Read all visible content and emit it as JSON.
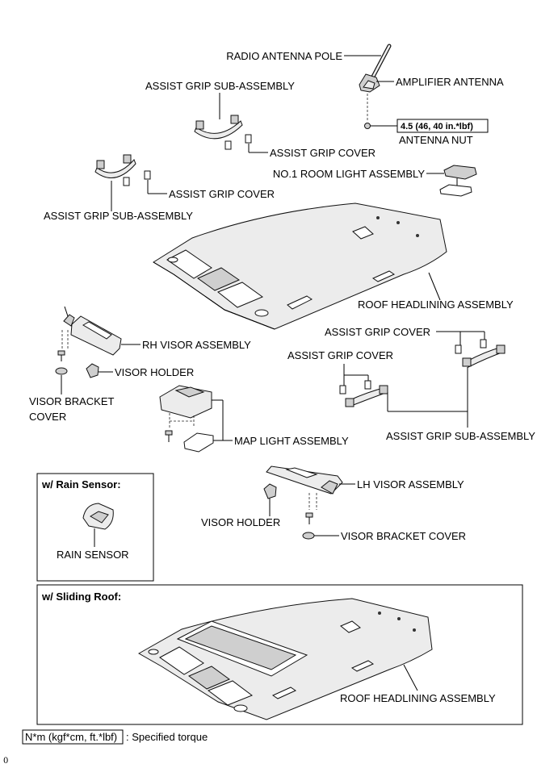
{
  "labels": {
    "radio_antenna_pole": "RADIO ANTENNA POLE",
    "amplifier_antenna": "AMPLIFIER ANTENNA",
    "assist_grip_sub_assembly_top": "ASSIST GRIP SUB-ASSEMBLY",
    "torque_value": "4.5 (46, 40 in.*lbf)",
    "antenna_nut": "ANTENNA NUT",
    "assist_grip_cover_1": "ASSIST GRIP COVER",
    "no1_room_light_assembly": "NO.1 ROOM LIGHT ASSEMBLY",
    "assist_grip_cover_2": "ASSIST GRIP COVER",
    "assist_grip_sub_assembly_left": "ASSIST GRIP SUB-ASSEMBLY",
    "roof_headlining_assembly": "ROOF HEADLINING ASSEMBLY",
    "rh_visor_assembly": "RH VISOR ASSEMBLY",
    "assist_grip_cover_3": "ASSIST GRIP COVER",
    "assist_grip_cover_4": "ASSIST GRIP COVER",
    "visor_holder_rh": "VISOR HOLDER",
    "visor_bracket_cover_rh_line1": "VISOR BRACKET",
    "visor_bracket_cover_rh_line2": "COVER",
    "map_light_assembly": "MAP LIGHT ASSEMBLY",
    "assist_grip_sub_assembly_right": "ASSIST GRIP SUB-ASSEMBLY",
    "lh_visor_assembly": "LH VISOR ASSEMBLY",
    "visor_holder_lh": "VISOR HOLDER",
    "visor_bracket_cover_lh": "VISOR BRACKET COVER"
  },
  "rain_box": {
    "title": "w/ Rain Sensor:",
    "label": "RAIN SENSOR"
  },
  "sliding_box": {
    "title": "w/ Sliding Roof:",
    "label": "ROOF HEADLINING ASSEMBLY"
  },
  "legend": {
    "unit": "N*m (kgf*cm, ft.*lbf)",
    "text": ": Specified torque"
  },
  "corner_mark": "0"
}
